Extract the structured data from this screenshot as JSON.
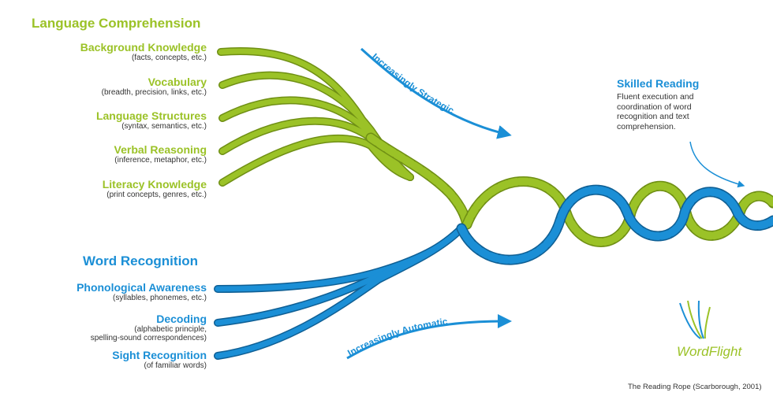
{
  "language_comprehension": {
    "title": "Language Comprehension",
    "strands": [
      {
        "label": "Background Knowledge",
        "detail": "(facts, concepts, etc.)"
      },
      {
        "label": "Vocabulary",
        "detail": "(breadth, precision, links, etc.)"
      },
      {
        "label": "Language Structures",
        "detail": "(syntax, semantics, etc.)"
      },
      {
        "label": "Verbal Reasoning",
        "detail": "(inference, metaphor, etc.)"
      },
      {
        "label": "Literacy Knowledge",
        "detail": "(print concepts, genres, etc.)"
      }
    ]
  },
  "word_recognition": {
    "title": "Word Recognition",
    "strands": [
      {
        "label": "Phonological Awareness",
        "detail": "(syllables, phonemes, etc.)"
      },
      {
        "label": "Decoding",
        "detail": "(alphabetic principle,",
        "detail2": "spelling-sound correspondences)"
      },
      {
        "label": "Sight Recognition",
        "detail": "(of familiar words)"
      }
    ]
  },
  "arrows": {
    "strategic": "Increasingly Strategic",
    "automatic": "Increasingly Automatic"
  },
  "skilled_reading": {
    "title": "Skilled Reading",
    "description": "Fluent execution and coordination of word recognition and text comprehension."
  },
  "logo": {
    "text": "WordFlight"
  },
  "caption": "The Reading Rope (Scarborough, 2001)",
  "colors": {
    "green": "#9bc227",
    "blue": "#1b8fd6",
    "green_dark": "#6f8f14",
    "blue_dark": "#0f5f94"
  }
}
